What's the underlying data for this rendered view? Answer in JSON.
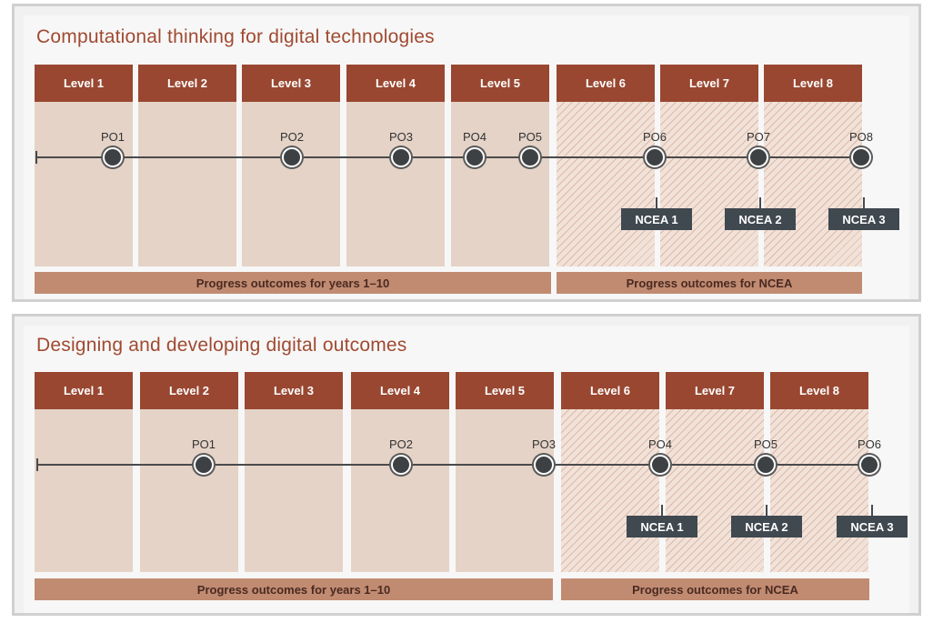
{
  "panels": [
    {
      "title": "Computational thinking for digital technologies",
      "levels": [
        "Level 1",
        "Level 2",
        "Level 3",
        "Level 4",
        "Level 5",
        "Level 6",
        "Level 7",
        "Level 8"
      ],
      "progress_outcomes": [
        "PO1",
        "PO2",
        "PO3",
        "PO4",
        "PO5",
        "PO6",
        "PO7",
        "PO8"
      ],
      "ncea_badges": [
        "NCEA 1",
        "NCEA 2",
        "NCEA 3"
      ],
      "footer": [
        "Progress outcomes for years 1–10",
        "Progress outcomes for NCEA"
      ]
    },
    {
      "title": "Designing and developing digital outcomes",
      "levels": [
        "Level 1",
        "Level 2",
        "Level 3",
        "Level 4",
        "Level 5",
        "Level 6",
        "Level 7",
        "Level 8"
      ],
      "progress_outcomes": [
        "PO1",
        "PO2",
        "PO3",
        "PO4",
        "PO5",
        "PO6"
      ],
      "ncea_badges": [
        "NCEA 1",
        "NCEA 2",
        "NCEA 3"
      ],
      "footer": [
        "Progress outcomes for years 1–10",
        "Progress outcomes for NCEA"
      ]
    }
  ],
  "colors": {
    "level_header": "#994731",
    "level_body": "#e5d3c7",
    "title": "#a04a31",
    "footer": "#c18b72",
    "node": "#3e4143",
    "ncea_badge": "#404850"
  }
}
